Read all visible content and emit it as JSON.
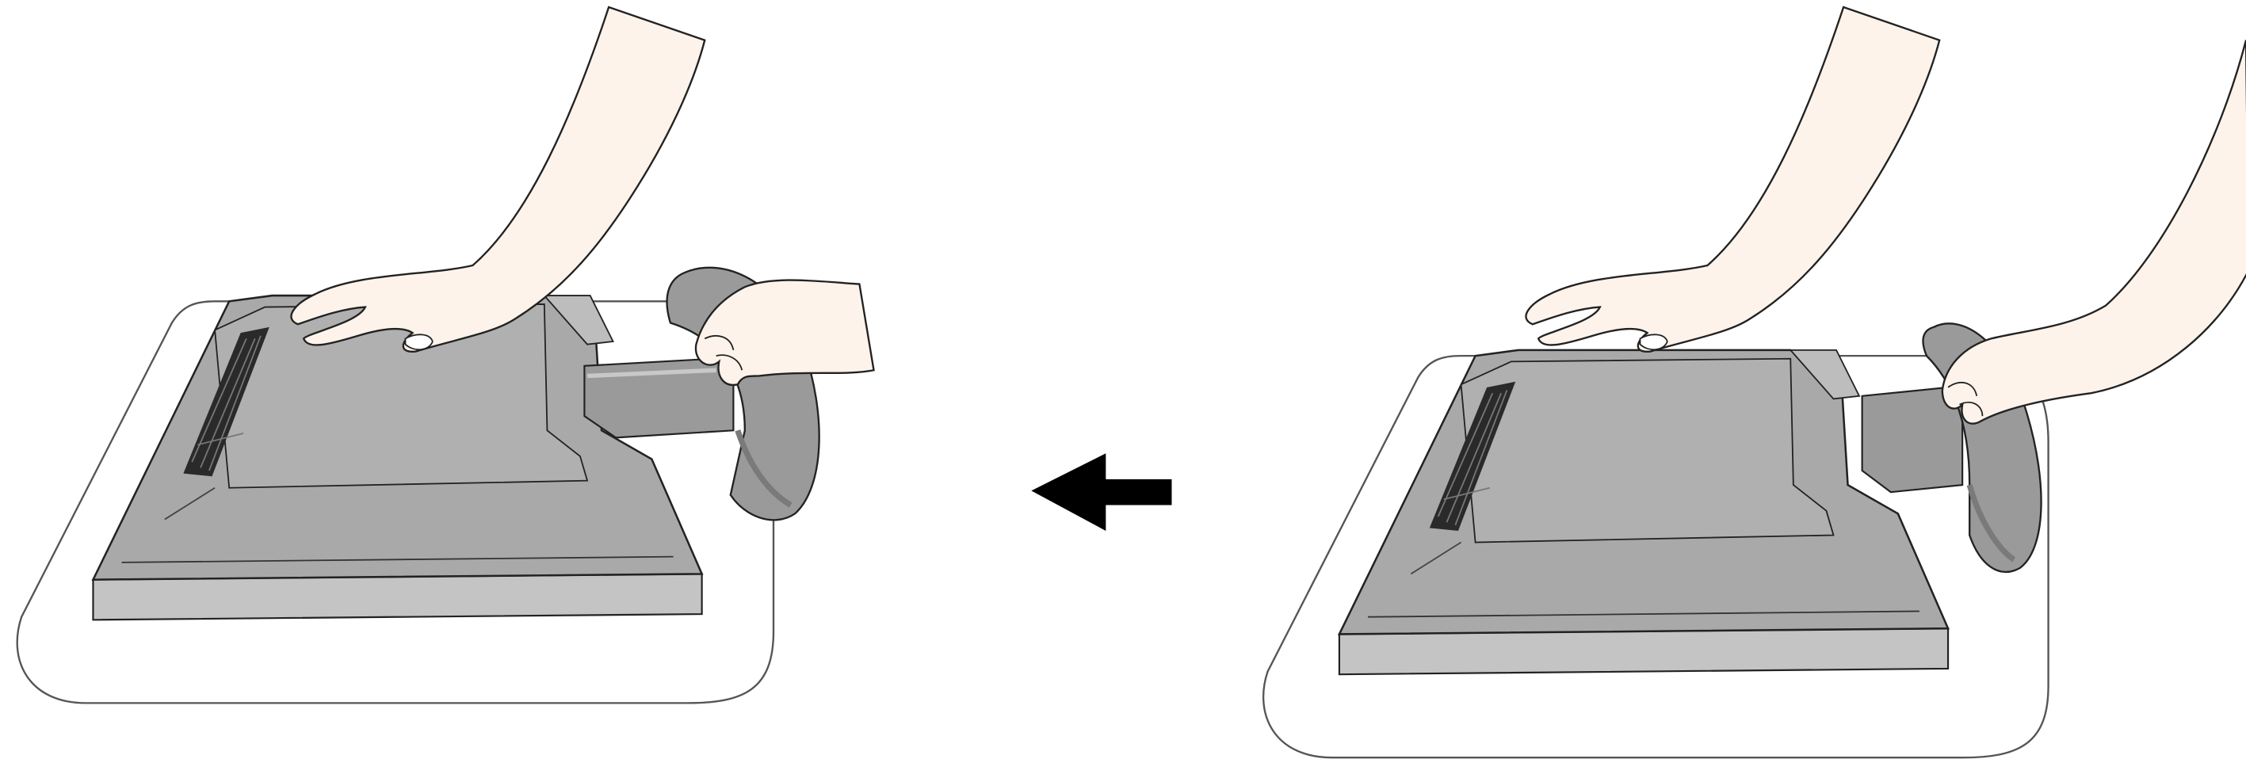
{
  "figure": {
    "panels": [
      {
        "id": "panel-left",
        "description_name": "stand-attached-state"
      },
      {
        "id": "panel-right",
        "description_name": "stand-detaching-state"
      }
    ],
    "arrow": {
      "direction": "left",
      "icon": "arrow-left-icon"
    },
    "colors": {
      "monitor_fill": "#a9a9a9",
      "monitor_dark": "#8a8a8a",
      "monitor_light": "#c4c4c4",
      "stand_fill": "#9a9a9a",
      "skin_fill": "#fdf3ea",
      "mat_outline": "#555555",
      "outline": "#222222",
      "vent": "#2a2a2a",
      "arrow": "#000000"
    }
  }
}
